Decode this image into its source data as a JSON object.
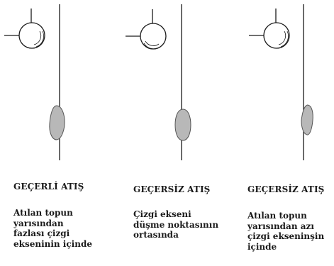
{
  "panels": [
    {
      "title": "GEÇERLİ ATIŞ",
      "description_lines": [
        "Atılan topun",
        "yarısından",
        "fazlası çizgi",
        "ekseninin içinde"
      ]
    },
    {
      "title": "GEÇERSİZ ATIŞ",
      "description_lines": [
        "Çizgi ekseni",
        "düşme noktasının",
        "ortasında"
      ]
    },
    {
      "title": "GEÇERSİZ ATIŞ",
      "description_lines": [
        "Atılan topun",
        "yarısından azı",
        "çizgi ekseninşin",
        "içinde"
      ]
    }
  ],
  "colors": {
    "line": "#1a1a1a",
    "mark_fill": "#b8b8b8",
    "mark_stroke": "#555555",
    "text": "#1a1a1a"
  }
}
